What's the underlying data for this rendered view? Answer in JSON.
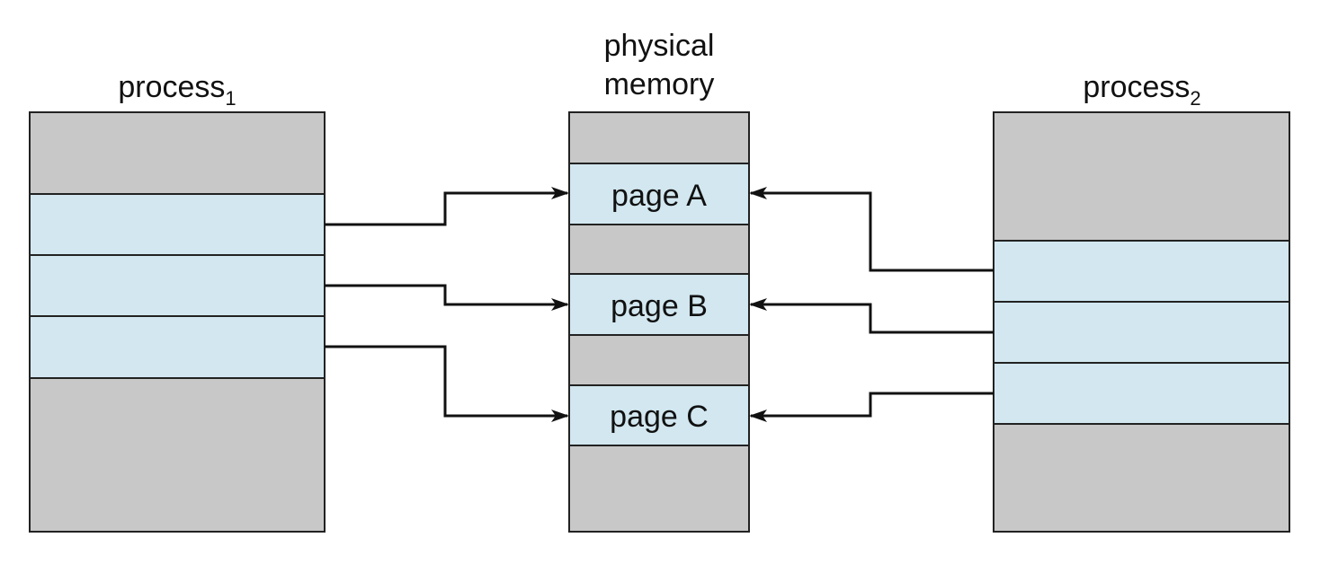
{
  "colors": {
    "unused": "#c8c8c8",
    "page": "#d2e7f0",
    "border": "#222222",
    "arrow": "#111111"
  },
  "labels": {
    "process1_base": "process",
    "process1_sub": "1",
    "process2_base": "process",
    "process2_sub": "2",
    "physical_line1": "physical",
    "physical_line2": "memory"
  },
  "physical_memory": {
    "pages": [
      "page A",
      "page B",
      "page C"
    ]
  },
  "process1": {
    "mapped_pages": [
      "page A",
      "page B",
      "page C"
    ]
  },
  "process2": {
    "mapped_pages": [
      "page A",
      "page B",
      "page C"
    ]
  }
}
